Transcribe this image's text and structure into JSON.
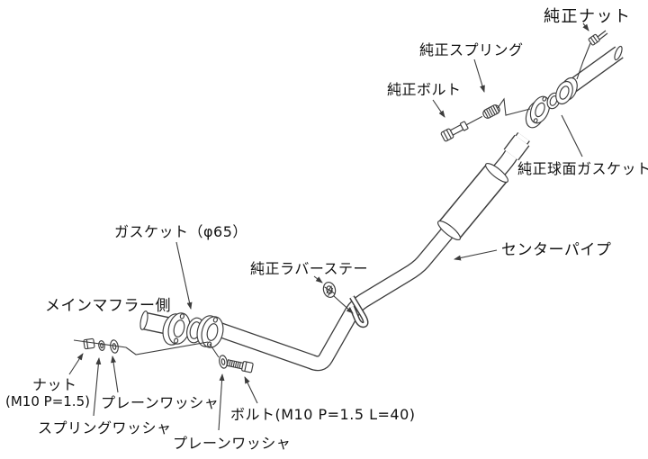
{
  "diagram": {
    "background": "#ffffff",
    "line_color": "#3c3c3c",
    "text_color": "#111111",
    "labels": {
      "oem_nut": "純正ナット",
      "oem_spring": "純正スプリング",
      "oem_bolt": "純正ボルト",
      "oem_spherical_gasket": "純正球面ガスケット",
      "center_pipe": "センターパイプ",
      "gasket_phi65": "ガスケット（φ65）",
      "oem_rubber_stay": "純正ラバーステー",
      "main_muffler_side": "メインマフラー側",
      "nut": "ナット",
      "nut_spec": "(M10 P=1.5)",
      "plain_washer_upper": "プレーンワッシャ",
      "spring_washer": "スプリングワッシャ",
      "bolt_spec": "ボルト(M10 P=1.5 L=40)",
      "plain_washer_lower": "プレーンワッシャ"
    }
  }
}
